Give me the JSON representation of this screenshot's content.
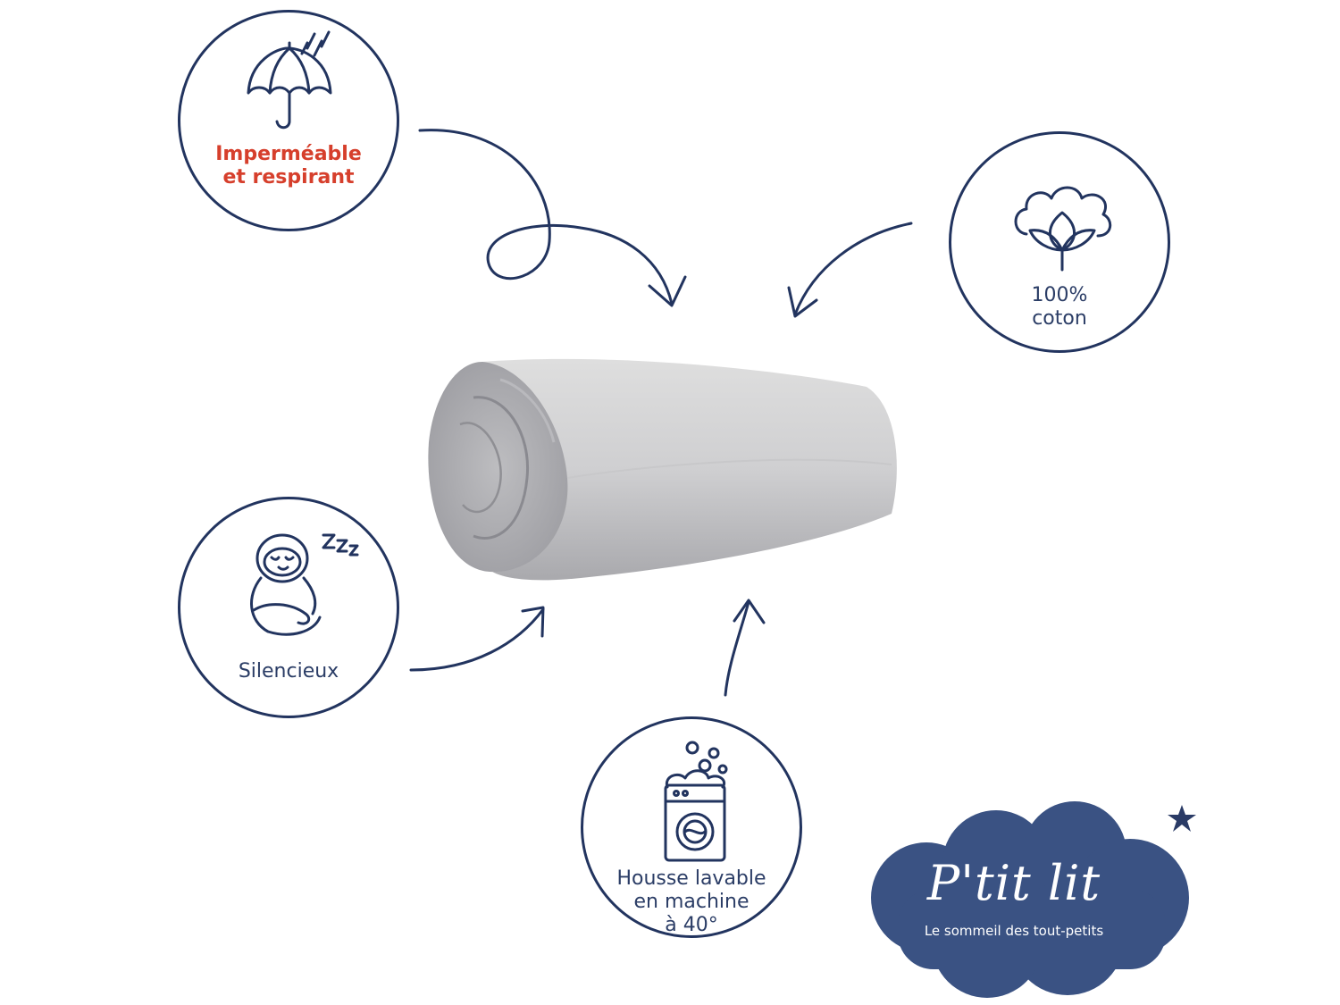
{
  "features": {
    "waterproof": {
      "label": "Imperméable\net respirant",
      "icon": "umbrella-icon"
    },
    "cotton": {
      "label": "100%\ncoton",
      "icon": "cotton-flower-icon"
    },
    "silent": {
      "label": "Silencieux",
      "icon": "sleeping-sloth-icon"
    },
    "washable": {
      "label": "Housse lavable\nen machine\nà 40°",
      "icon": "washing-machine-icon"
    }
  },
  "brand": {
    "name": "P'tit lit",
    "tagline": "Le sommeil des tout-petits",
    "icon": "star-icon"
  },
  "colors": {
    "navy": "#22345f",
    "text": "#2b3d66",
    "accent": "#d63f2c",
    "cloud": "#3a5283",
    "fabric": "#cfcfd1"
  }
}
